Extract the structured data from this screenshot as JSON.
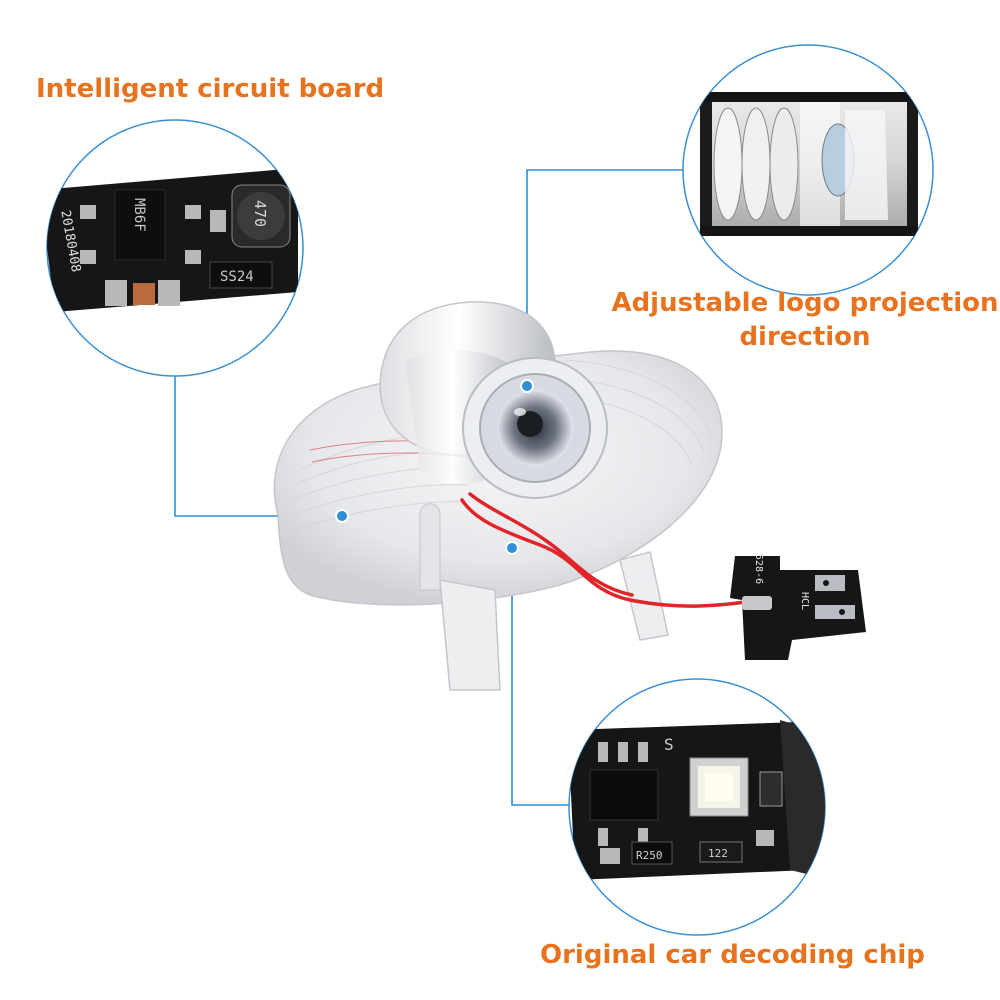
{
  "callouts": {
    "circuit_board": "Intelligent circuit board",
    "projection_line1": "Adjustable logo projection",
    "projection_line2": "direction",
    "decoding_chip": "Original car decoding chip"
  },
  "pcb_marks": {
    "date_code": "20180408",
    "bridge": "MB6F",
    "inductor": "470",
    "diode": "SS24",
    "connector": "528-6",
    "connector_side": "HCL",
    "resistor": "R250",
    "cap": "122",
    "side": "S"
  },
  "colors": {
    "accent": "#e8731f",
    "leader": "#2f8fd6",
    "pcb": "#1c1c1c",
    "wire": "#e0242a"
  }
}
